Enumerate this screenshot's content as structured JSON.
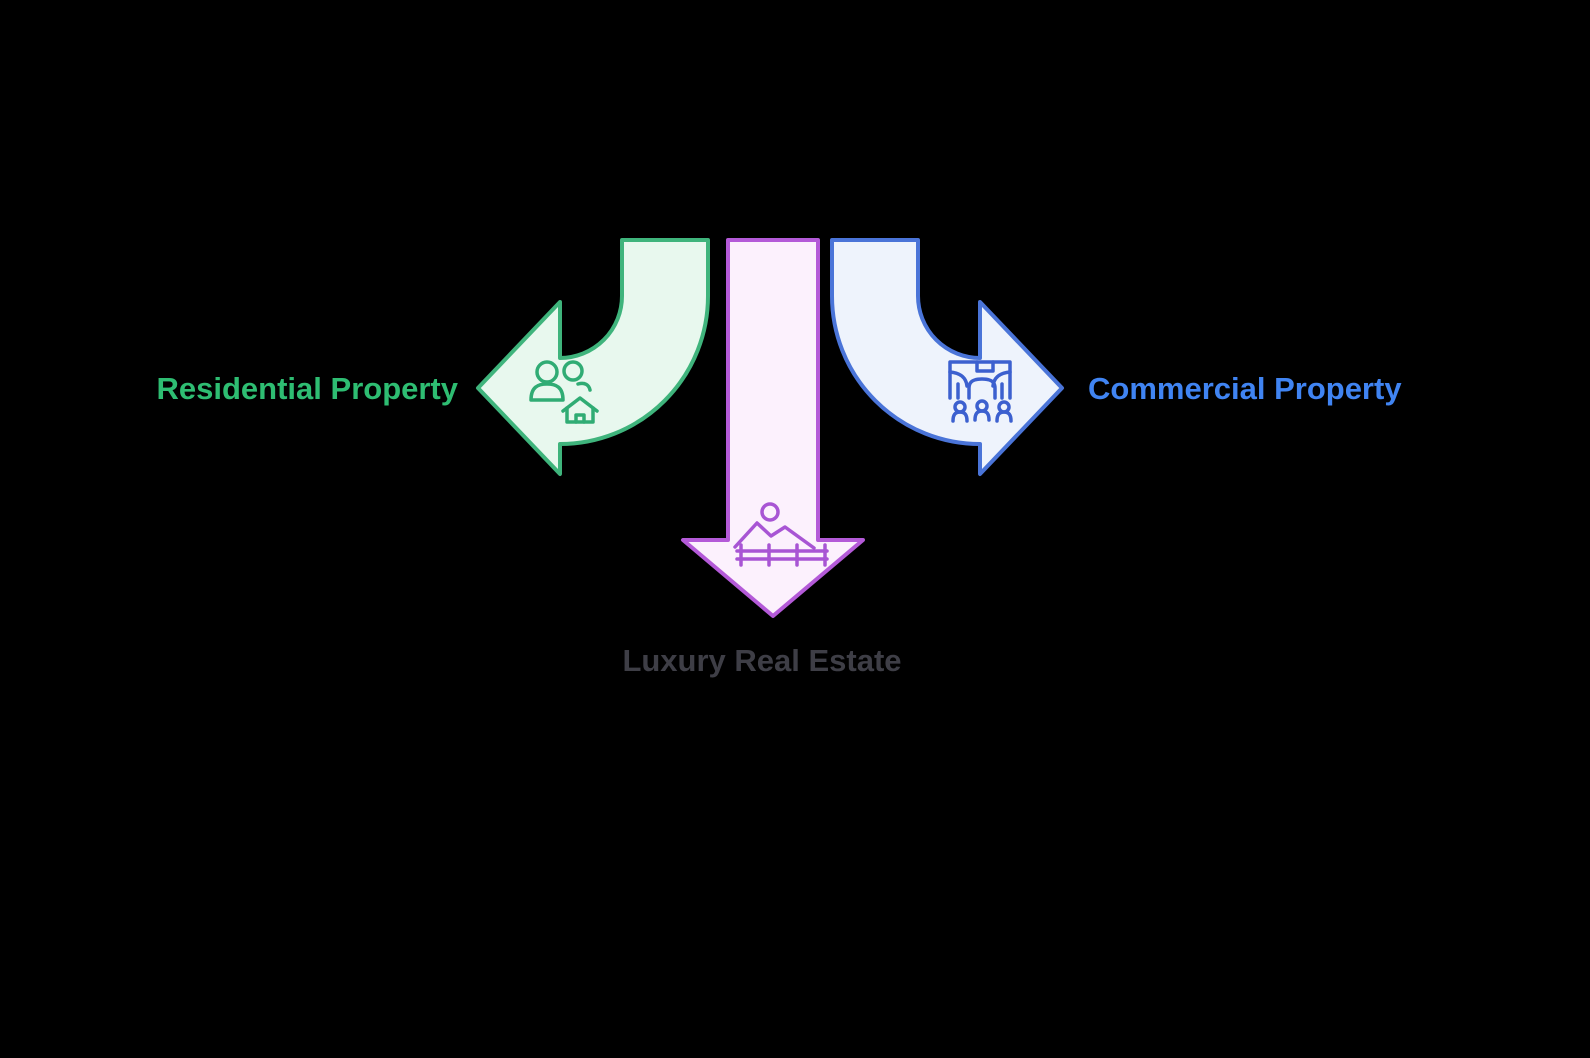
{
  "background_color": "#000000",
  "diagram": {
    "type": "three-way split arrow diagram",
    "branches": [
      {
        "label": "Residential Property",
        "direction": "left",
        "label_color": "#2ebd72",
        "arrow_fill": "#e8f8ee",
        "arrow_stroke": "#3fb47c",
        "icon": "family-home-icon",
        "icon_stroke": "#30ac74"
      },
      {
        "label": "Luxury Real Estate",
        "direction": "down",
        "label_color": "#3e3e46",
        "arrow_fill": "#fcf1fd",
        "arrow_stroke": "#b45ad8",
        "icon": "estate-landscape-icon",
        "icon_stroke": "#a855d4"
      },
      {
        "label": "Commercial Property",
        "direction": "right",
        "label_color": "#4084f2",
        "arrow_fill": "#eef3fc",
        "arrow_stroke": "#4a74d8",
        "icon": "office-building-people-icon",
        "icon_stroke": "#3c60cf"
      }
    ]
  }
}
